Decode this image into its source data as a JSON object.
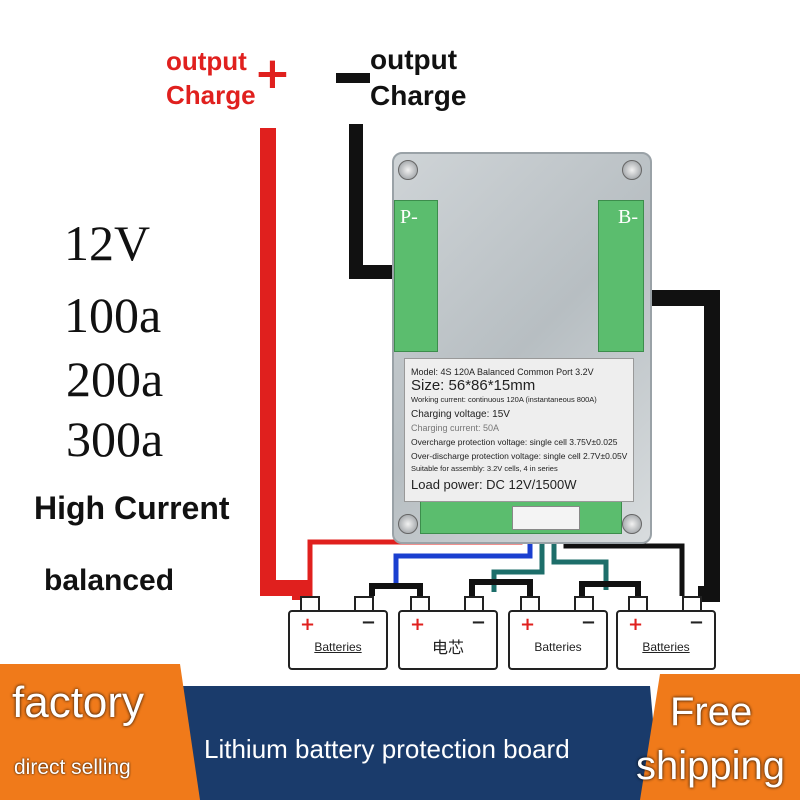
{
  "top_labels": {
    "left_line1": "output",
    "left_line2": "Charge",
    "left_symbol": "+",
    "right_line1": "output",
    "right_line2": "Charge"
  },
  "specs": {
    "voltage": "12V",
    "current_options": [
      "100a",
      "200a",
      "300a"
    ],
    "feature1": "High Current",
    "feature2": "balanced"
  },
  "board": {
    "left_port": "P-",
    "right_port": "B-",
    "label": {
      "model": "Model: 4S 120A Balanced Common Port 3.2V",
      "size": "Size: 56*86*15mm",
      "working_current": "Working current: continuous 120A (instantaneous 800A)",
      "charging_voltage": "Charging voltage: 15V",
      "charging_current": "Charging current: 50A",
      "overcharge": "Overcharge protection voltage: single cell 3.75V±0.025",
      "overdischarge": "Over-discharge protection voltage: single cell 2.7V±0.05V",
      "suitable": "Suitable for assembly: 3.2V cells, 4 in series",
      "load_power": "Load power: DC 12V/1500W"
    }
  },
  "batteries": [
    {
      "label": "Batteries",
      "plus": "+",
      "minus": "−"
    },
    {
      "label": "电芯",
      "plus": "+",
      "minus": "−"
    },
    {
      "label": "Batteries",
      "plus": "+",
      "minus": "−"
    },
    {
      "label": "Batteries",
      "plus": "+",
      "minus": "−"
    }
  ],
  "banner": {
    "left_big": "factory",
    "left_small": "direct selling",
    "center": "Lithium battery protection board",
    "right_line1": "Free",
    "right_line2": "shipping",
    "colors": {
      "orange": "#f07a1a",
      "navy": "#1a3b6b"
    }
  },
  "wire_colors": {
    "red": "#e0201e",
    "black": "#111111",
    "blue": "#1a3fd0",
    "teal": "#1d6e6a"
  }
}
